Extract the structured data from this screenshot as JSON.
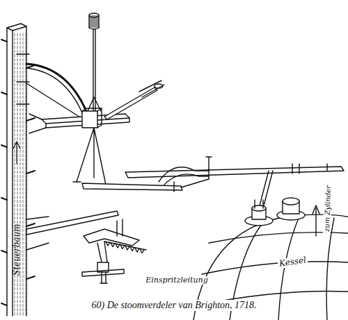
{
  "diagram": {
    "caption": "60) De stoomverdeler van Brighton, 1718.",
    "labels": [
      "Steuerbaum",
      "Einspritzleitung",
      "zum Zylinder",
      "Kessel"
    ]
  }
}
